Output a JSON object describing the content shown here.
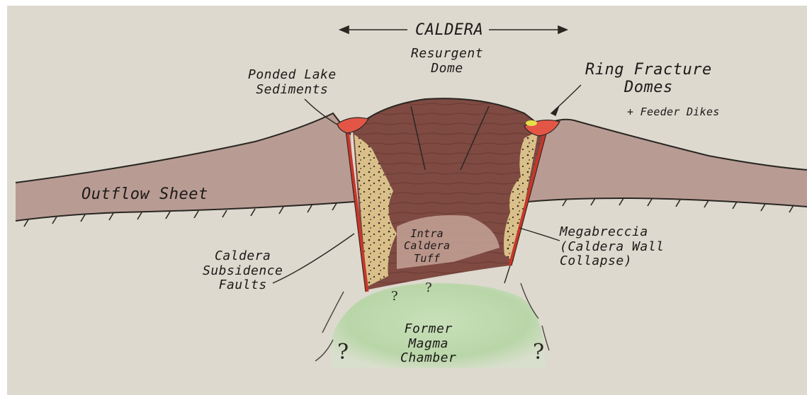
{
  "diagram": {
    "caldera": "CALDERA",
    "resurgent_dome": [
      "Resurgent",
      "Dome"
    ],
    "ring_fracture_domes": [
      "Ring Fracture",
      "Domes"
    ],
    "feeder_dikes": "+ Feeder Dikes",
    "ponded_lake_sediments": [
      "Ponded Lake",
      "Sediments"
    ],
    "outflow_sheet": "Outflow Sheet",
    "intra_caldera_tuff": [
      "Intra",
      "Caldera",
      "Tuff"
    ],
    "megabreccia": [
      "Megabreccia",
      "(Caldera Wall",
      "Collapse)"
    ],
    "caldera_subsidence_faults": [
      "Caldera",
      "Subsidence",
      "Faults"
    ],
    "former_magma_chamber": [
      "Former",
      "Magma",
      "Chamber"
    ],
    "unknown_marks": [
      "?",
      "?",
      "?",
      "?"
    ]
  },
  "colors": {
    "paper": "#ddd9ce",
    "outflow_sheet": "#b89c94",
    "intra_caldera_tuff": "#7e4a42",
    "breccia": "#d9c08a",
    "fault_red": "#c7372a",
    "lake_sediment": "#e35646",
    "magma_chamber": "#b7d6a6"
  }
}
